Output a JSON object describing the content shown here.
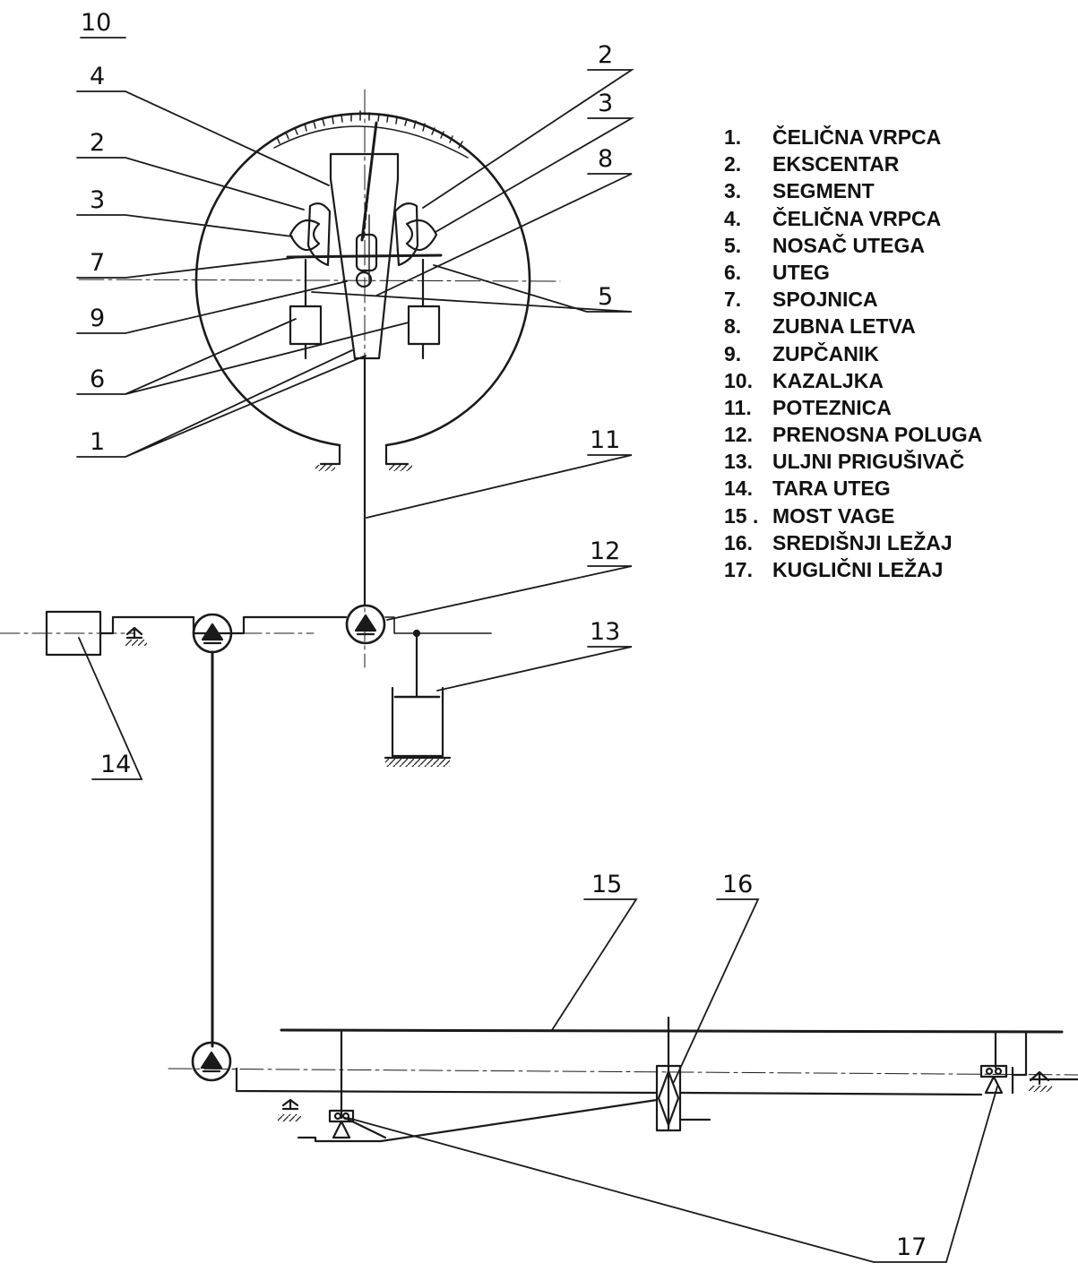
{
  "callouts": [
    "10",
    "4",
    "2",
    "3",
    "7",
    "9",
    "6",
    "1",
    "2",
    "3",
    "8",
    "5",
    "11",
    "12",
    "13",
    "14",
    "15",
    "16",
    "17"
  ],
  "legend": [
    {
      "num": "1.",
      "text": "ČELIČNA VRPCA"
    },
    {
      "num": "2.",
      "text": "EKSCENTAR"
    },
    {
      "num": "3.",
      "text": "SEGMENT"
    },
    {
      "num": "4.",
      "text": "ČELIČNA VRPCA"
    },
    {
      "num": "5.",
      "text": "NOSAČ UTEGA"
    },
    {
      "num": "6.",
      "text": "UTEG"
    },
    {
      "num": "7.",
      "text": "SPOJNICA"
    },
    {
      "num": "8.",
      "text": "ZUBNA LETVA"
    },
    {
      "num": "9.",
      "text": "ZUPČANIK"
    },
    {
      "num": "10.",
      "text": "KAZALJKA"
    },
    {
      "num": "11.",
      "text": "POTEZNICA"
    },
    {
      "num": "12.",
      "text": "PRENOSNA POLUGA"
    },
    {
      "num": "13.",
      "text": "ULJNI PRIGUŠIVAČ"
    },
    {
      "num": "14.",
      "text": "TARA UTEG"
    },
    {
      "num": "15 .",
      "text": "MOST VAGE"
    },
    {
      "num": "16.",
      "text": "SREDIŠNJI LEŽAJ"
    },
    {
      "num": "17.",
      "text": "KUGLIČNI LEŽAJ"
    }
  ]
}
